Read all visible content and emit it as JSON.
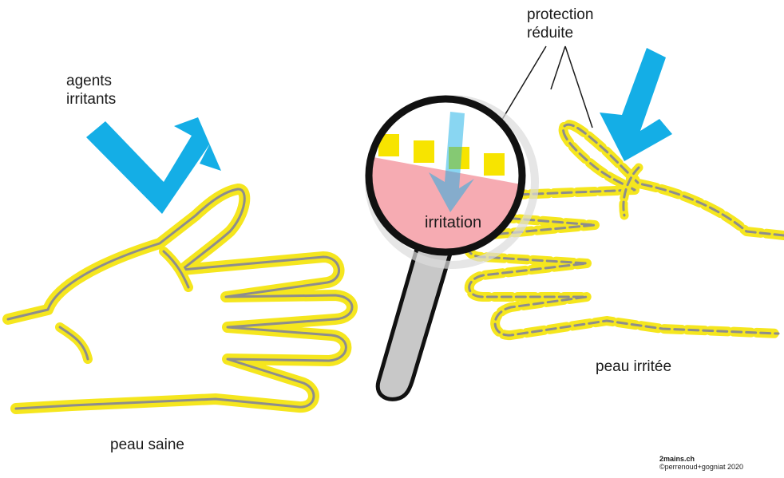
{
  "labels": {
    "agents_line1": "agents",
    "agents_line2": "irritants",
    "protection_line1": "protection",
    "protection_line2": "réduite",
    "irritation": "irritation",
    "healthy_skin": "peau saine",
    "irritated_skin": "peau irritée"
  },
  "credit": {
    "site": "2mains.ch",
    "copyright": "©perrenoud+gogniat 2020"
  },
  "colors": {
    "skin_outline_yellow": "#f5e61e",
    "outline_gray": "#8d8d8d",
    "arrow_blue": "#14aee6",
    "arrow_light_blue": "#7fd3f2",
    "irritation_pink": "#f6abb2",
    "protection_yellow": "#f7e400",
    "magnifier_handle": "#c8c8c8",
    "text": "#1a1a1a"
  }
}
